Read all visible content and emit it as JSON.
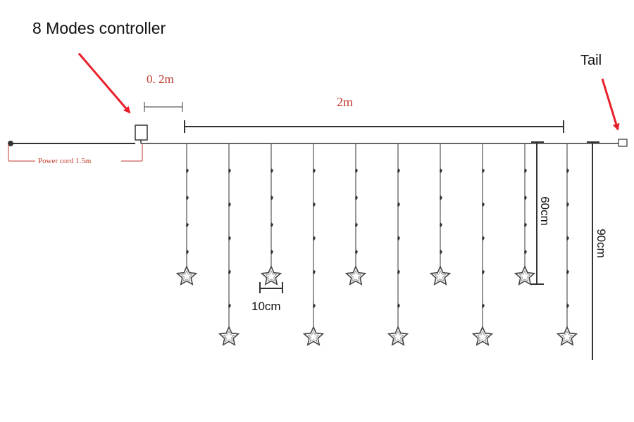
{
  "labels": {
    "controller": "8 Modes controller",
    "tail": "Tail",
    "controller_gap": "0. 2m",
    "curtain_width": "2m",
    "power_cord": "Power cord  1.5m",
    "short_drop": "60cm",
    "long_drop": "90cm",
    "star_spacing": "10cm"
  },
  "strands": [
    {
      "type": "short",
      "bulbs": 4
    },
    {
      "type": "long",
      "bulbs": 5
    },
    {
      "type": "short",
      "bulbs": 4
    },
    {
      "type": "long",
      "bulbs": 5
    },
    {
      "type": "short",
      "bulbs": 4
    },
    {
      "type": "long",
      "bulbs": 5
    },
    {
      "type": "short",
      "bulbs": 4
    },
    {
      "type": "long",
      "bulbs": 5
    },
    {
      "type": "short",
      "bulbs": 4
    },
    {
      "type": "long",
      "bulbs": 5
    }
  ],
  "colors": {
    "line": "#333333",
    "annotation_red": "#c0392b",
    "arrow_red": "#e8202a",
    "text": "#111111"
  }
}
